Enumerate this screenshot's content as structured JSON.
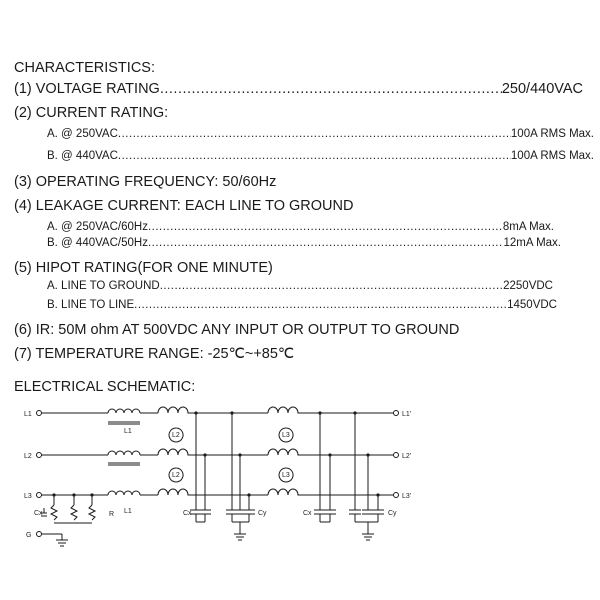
{
  "characteristics": {
    "heading": "CHARACTERISTICS:",
    "voltage": {
      "label": "(1) VOLTAGE RATING",
      "value": "250/440VAC"
    },
    "current": {
      "label": "(2) CURRENT RATING:",
      "a": {
        "label": "A. @ 250VAC",
        "value": "100A RMS  Max."
      },
      "b": {
        "label": "B. @ 440VAC",
        "value": "100A RMS  Max."
      }
    },
    "frequency": "(3) OPERATING FREQUENCY: 50/60Hz",
    "leakage": {
      "label": "(4) LEAKAGE CURRENT: EACH LINE TO GROUND",
      "a": {
        "label": "A. @ 250VAC/60Hz",
        "value": "8mA  Max."
      },
      "b": {
        "label": "B. @ 440VAC/50Hz",
        "value": "12mA  Max."
      }
    },
    "hipot": {
      "label": "(5) HIPOT RATING(FOR ONE MINUTE)",
      "a": {
        "label": "A. LINE TO GROUND",
        "value": "2250VDC"
      },
      "b": {
        "label": "B. LINE TO LINE",
        "value": "1450VDC"
      }
    },
    "ir": "(6) IR: 50M ohm AT 500VDC ANY INPUT OR OUTPUT TO GROUND",
    "temperature": "(7) TEMPERATURE RANGE: -25℃~+85℃"
  },
  "schematic": {
    "heading": "ELECTRICAL SCHEMATIC:",
    "inputs": [
      "L1",
      "L2",
      "L3",
      "G"
    ],
    "outputs": [
      "L1'",
      "L2'",
      "L3'"
    ],
    "inductor_labels": {
      "l1_top": "L1",
      "l1_bottom": "L1",
      "l2_top": "L2",
      "l2_bottom": "L2",
      "l3_top": "L3",
      "l3_bottom": "L3"
    },
    "component_labels": {
      "cx_left": "Cx",
      "resistor": "R",
      "cx_mid": "Cx",
      "cy_mid": "Cy",
      "cx_right": "Cx",
      "cy_right": "Cy"
    }
  }
}
